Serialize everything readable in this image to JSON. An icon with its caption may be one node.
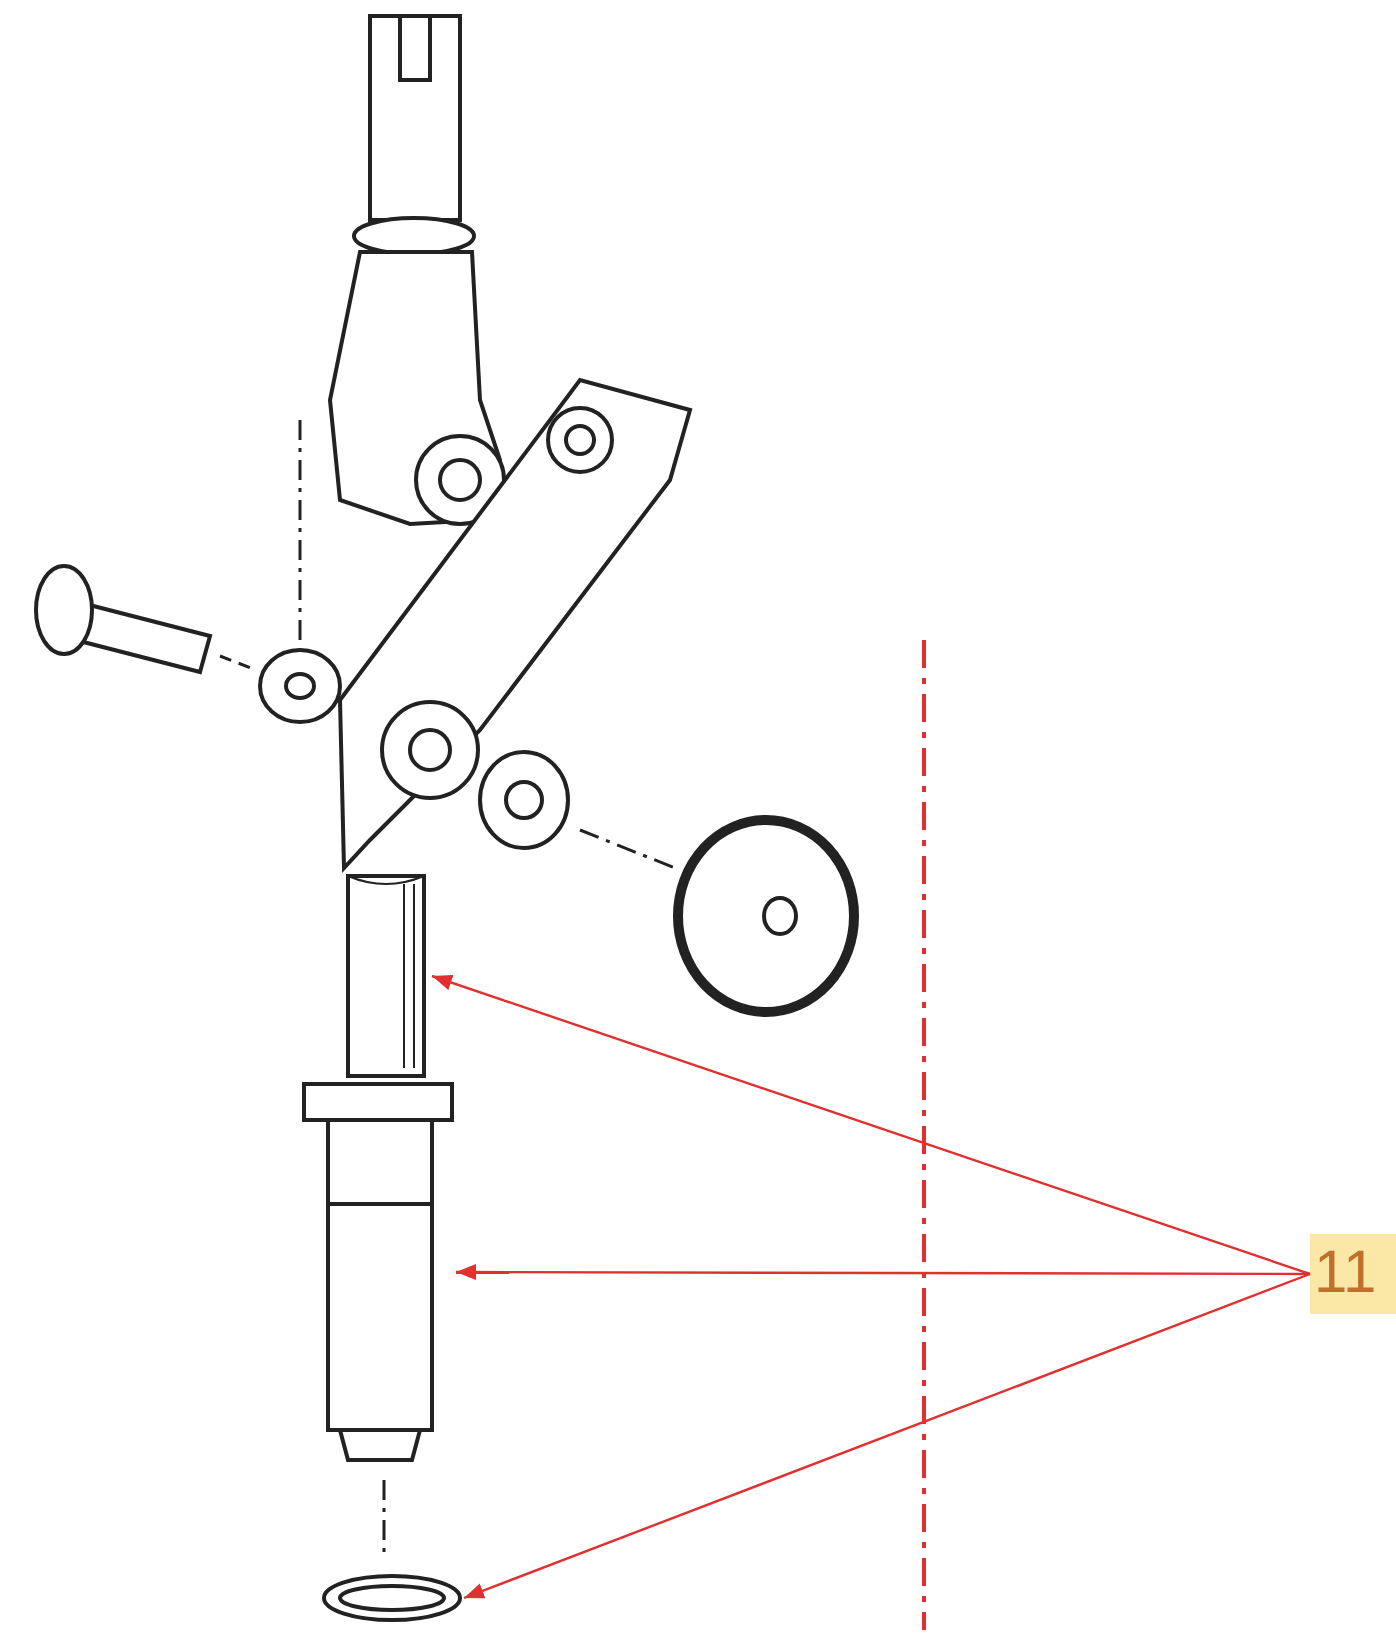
{
  "diagram": {
    "nodes": [
      {
        "text": [
          "11"
        ]
      },
      {
        "text": [],
        "shape": "picture"
      },
      {
        "text": [],
        "shape": "picture"
      },
      {
        "text": [],
        "shape": "picture"
      }
    ],
    "edges": [
      {
        "from": 0,
        "to": 1,
        "arrow": "to"
      },
      {
        "from": 0,
        "to": 2,
        "arrow": "to"
      },
      {
        "from": 0,
        "to": 3,
        "arrow": "to"
      }
    ]
  }
}
